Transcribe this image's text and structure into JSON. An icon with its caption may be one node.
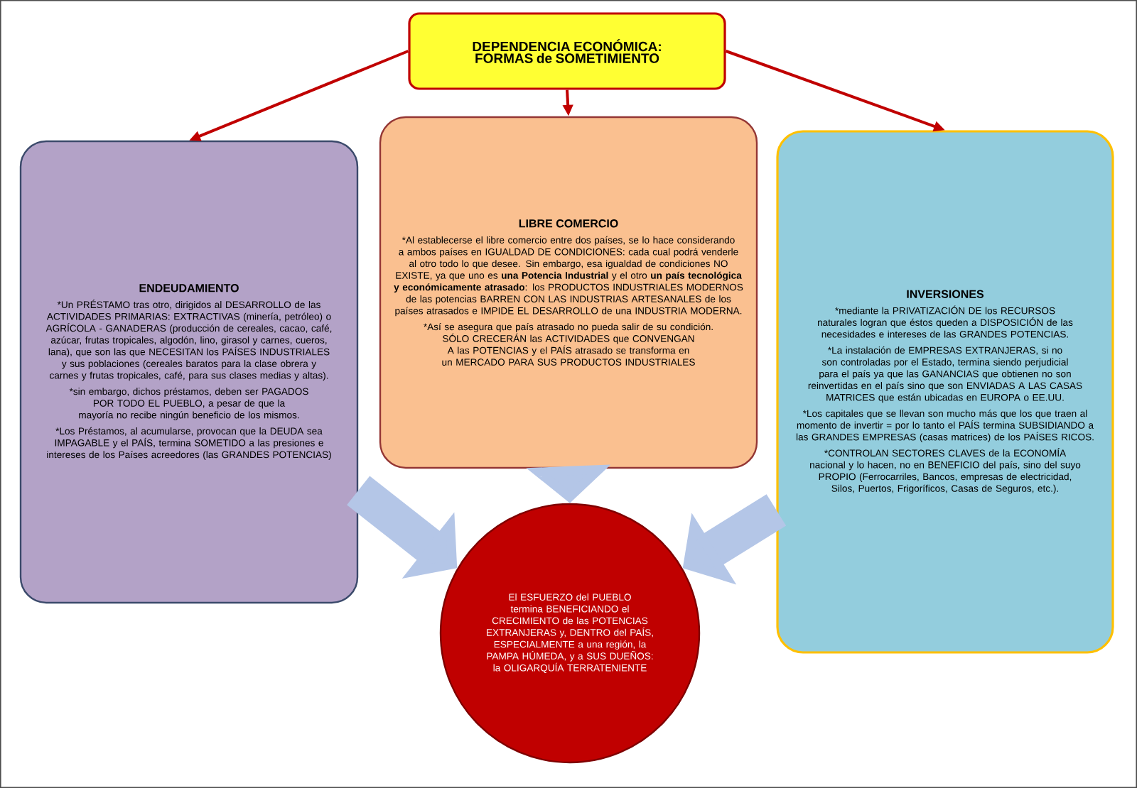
{
  "diagram": {
    "nodes": [
      {
        "text": [
          "DEPENDENCIA ECONÓMICA: FORMAS de SOMETIMIENTO"
        ]
      },
      {
        "text": [
          "ENDEUDAMIENTO",
          "*Un PRÉSTAMO tras otro, dirigidos al DESARROLLO de las ACTIVIDADES PRIMARIAS: EXTRACTIVAS (minería, petróleo) o AGRÍCOLA - GANADERAS (producción de cereales, cacao, café, azúcar, frutas tropicales, algodón, lino, girasol y carnes, cueros, lana), que son las que NECESITAN los PAÍSES INDUSTRIALES y sus poblaciones (cereales baratos para la clase obrera y carnes y frutas tropicales, café, para sus clases medias y altas).",
          "*sin embargo, dichos préstamos, deben ser PAGADOS POR TODO EL PUEBLO, a pesar de que la mayoría no recibe ningún beneficio de los mismos.",
          "*Los Préstamos, al acumularse, provocan que la DEUDA sea IMPAGABLE y el PAÍS, termina SOMETIDO a las presiones e intereses de los Países acreedores (las GRANDES POTENCIAS)"
        ]
      },
      {
        "text": [
          "LIBRE COMERCIO",
          "*Al establecerse el libre comercio entre dos países, se lo hace considerando a ambos países en IGUALDAD DE CONDICIONES: cada cual podrá venderle al otro todo lo que desee. Sin embargo, esa igualdad de condiciones NO EXISTE, ya que uno es **una Potencia Industrial** y el otro **un país tecnológica y económicamente atrasado**: los PRODUCTOS INDUSTRIALES MODERNOS de las potencias BARREN CON LAS INDUSTRIAS ARTESANALES de los países atrasados e IMPIDE EL DESARROLLO de una INDUSTRIA MODERNA.",
          "*Así se asegura que país atrasado no pueda salir de su condición. SÓLO CRECERÁN las ACTIVIDADES que CONVENGAN A las POTENCIAS y el PAÍS atrasado se transforma en un MERCADO PARA SUS PRODUCTOS INDUSTRIALES"
        ]
      },
      {
        "text": [
          "INVERSIONES",
          "*mediante la PRIVATIZACIÓN DE los RECURSOS naturales logran que éstos queden a DISPOSICIÓN de las necesidades e intereses de las GRANDES POTENCIAS.",
          "*La instalación de EMPRESAS EXTRANJERAS, si no son controladas por el Estado, termina siendo perjudicial para el país ya que las GANANCIAS que obtienen no son reinvertidas en el país sino que son ENVIADAS A LAS CASAS MATRICES que están ubicadas en EUROPA o EE.UU.",
          "*Los capitales que se llevan son mucho más que los que traen al momento de invertir = por lo tanto el PAÍS termina SUBSIDIANDO a las GRANDES EMPRESAS (casas matrices) de los PAÍSES RICOS.",
          "*CONTROLAN SECTORES CLAVES de la ECONOMÍA nacional y lo hacen, no en BENEFICIO del país, sino del suyo PROPIO (Ferrocarriles, Bancos, empresas de electricidad, Silos, Puertos, Frigoríficos, Casas de Seguros, etc.)."
        ]
      },
      {
        "text": [
          "El ESFUERZO del PUEBLO termina BENEFICIANDO el CRECIMIENTO de las POTENCIAS EXTRANJERAS y, DENTRO del PAÍS, ESPECIALMENTE a una región, la PAMPA HÚMEDA, y a SUS DUEÑOS: la OLIGARQUÍA TERRATENIENTE"
        ]
      }
    ],
    "edges": [
      {
        "from": 0,
        "to": 1,
        "arrow": "to",
        "color": "#c00000"
      },
      {
        "from": 0,
        "to": 2,
        "arrow": "to",
        "color": "#c00000"
      },
      {
        "from": 0,
        "to": 3,
        "arrow": "to",
        "color": "#c00000"
      },
      {
        "from": 1,
        "to": 4,
        "arrow": "to",
        "style": "thick",
        "color": "#b4c6e7"
      },
      {
        "from": 2,
        "to": 4,
        "arrow": "to",
        "style": "thick",
        "color": "#b4c6e7"
      },
      {
        "from": 3,
        "to": 4,
        "arrow": "to",
        "style": "thick",
        "color": "#b4c6e7"
      }
    ]
  }
}
